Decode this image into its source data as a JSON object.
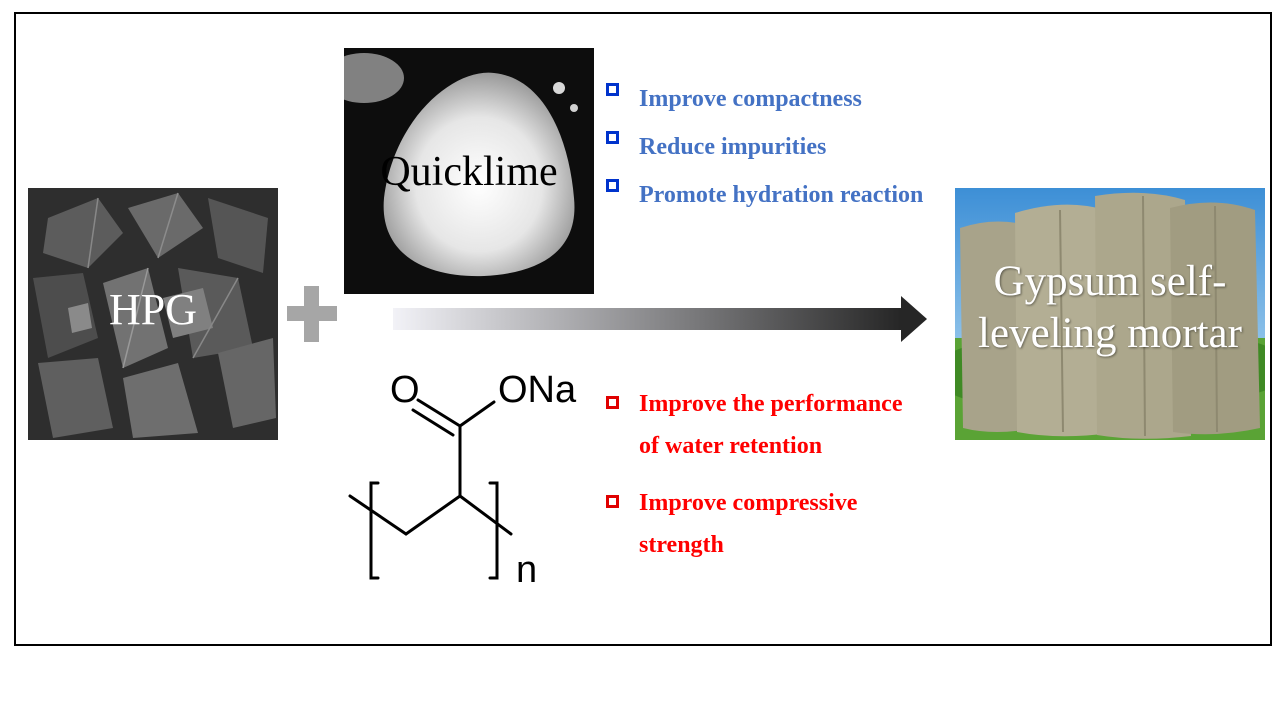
{
  "labels": {
    "hpg": "HPG",
    "quicklime": "Quicklime",
    "product_line1": "Gypsum self-",
    "product_line2": "leveling mortar"
  },
  "quicklime_effects": [
    "Improve compactness",
    "Reduce impurities",
    "Promote hydration reaction"
  ],
  "polymer_effects": [
    "Improve the performance of water retention",
    "Improve compressive strength"
  ],
  "structure": {
    "carbonyl_o": "O",
    "salt_group": "ONa",
    "repeat_subscript": "n"
  },
  "colors": {
    "blue_text": "#4472c4",
    "blue_box": "#0033cc",
    "red": "#ff0000",
    "plus": "#a6a6a6"
  }
}
